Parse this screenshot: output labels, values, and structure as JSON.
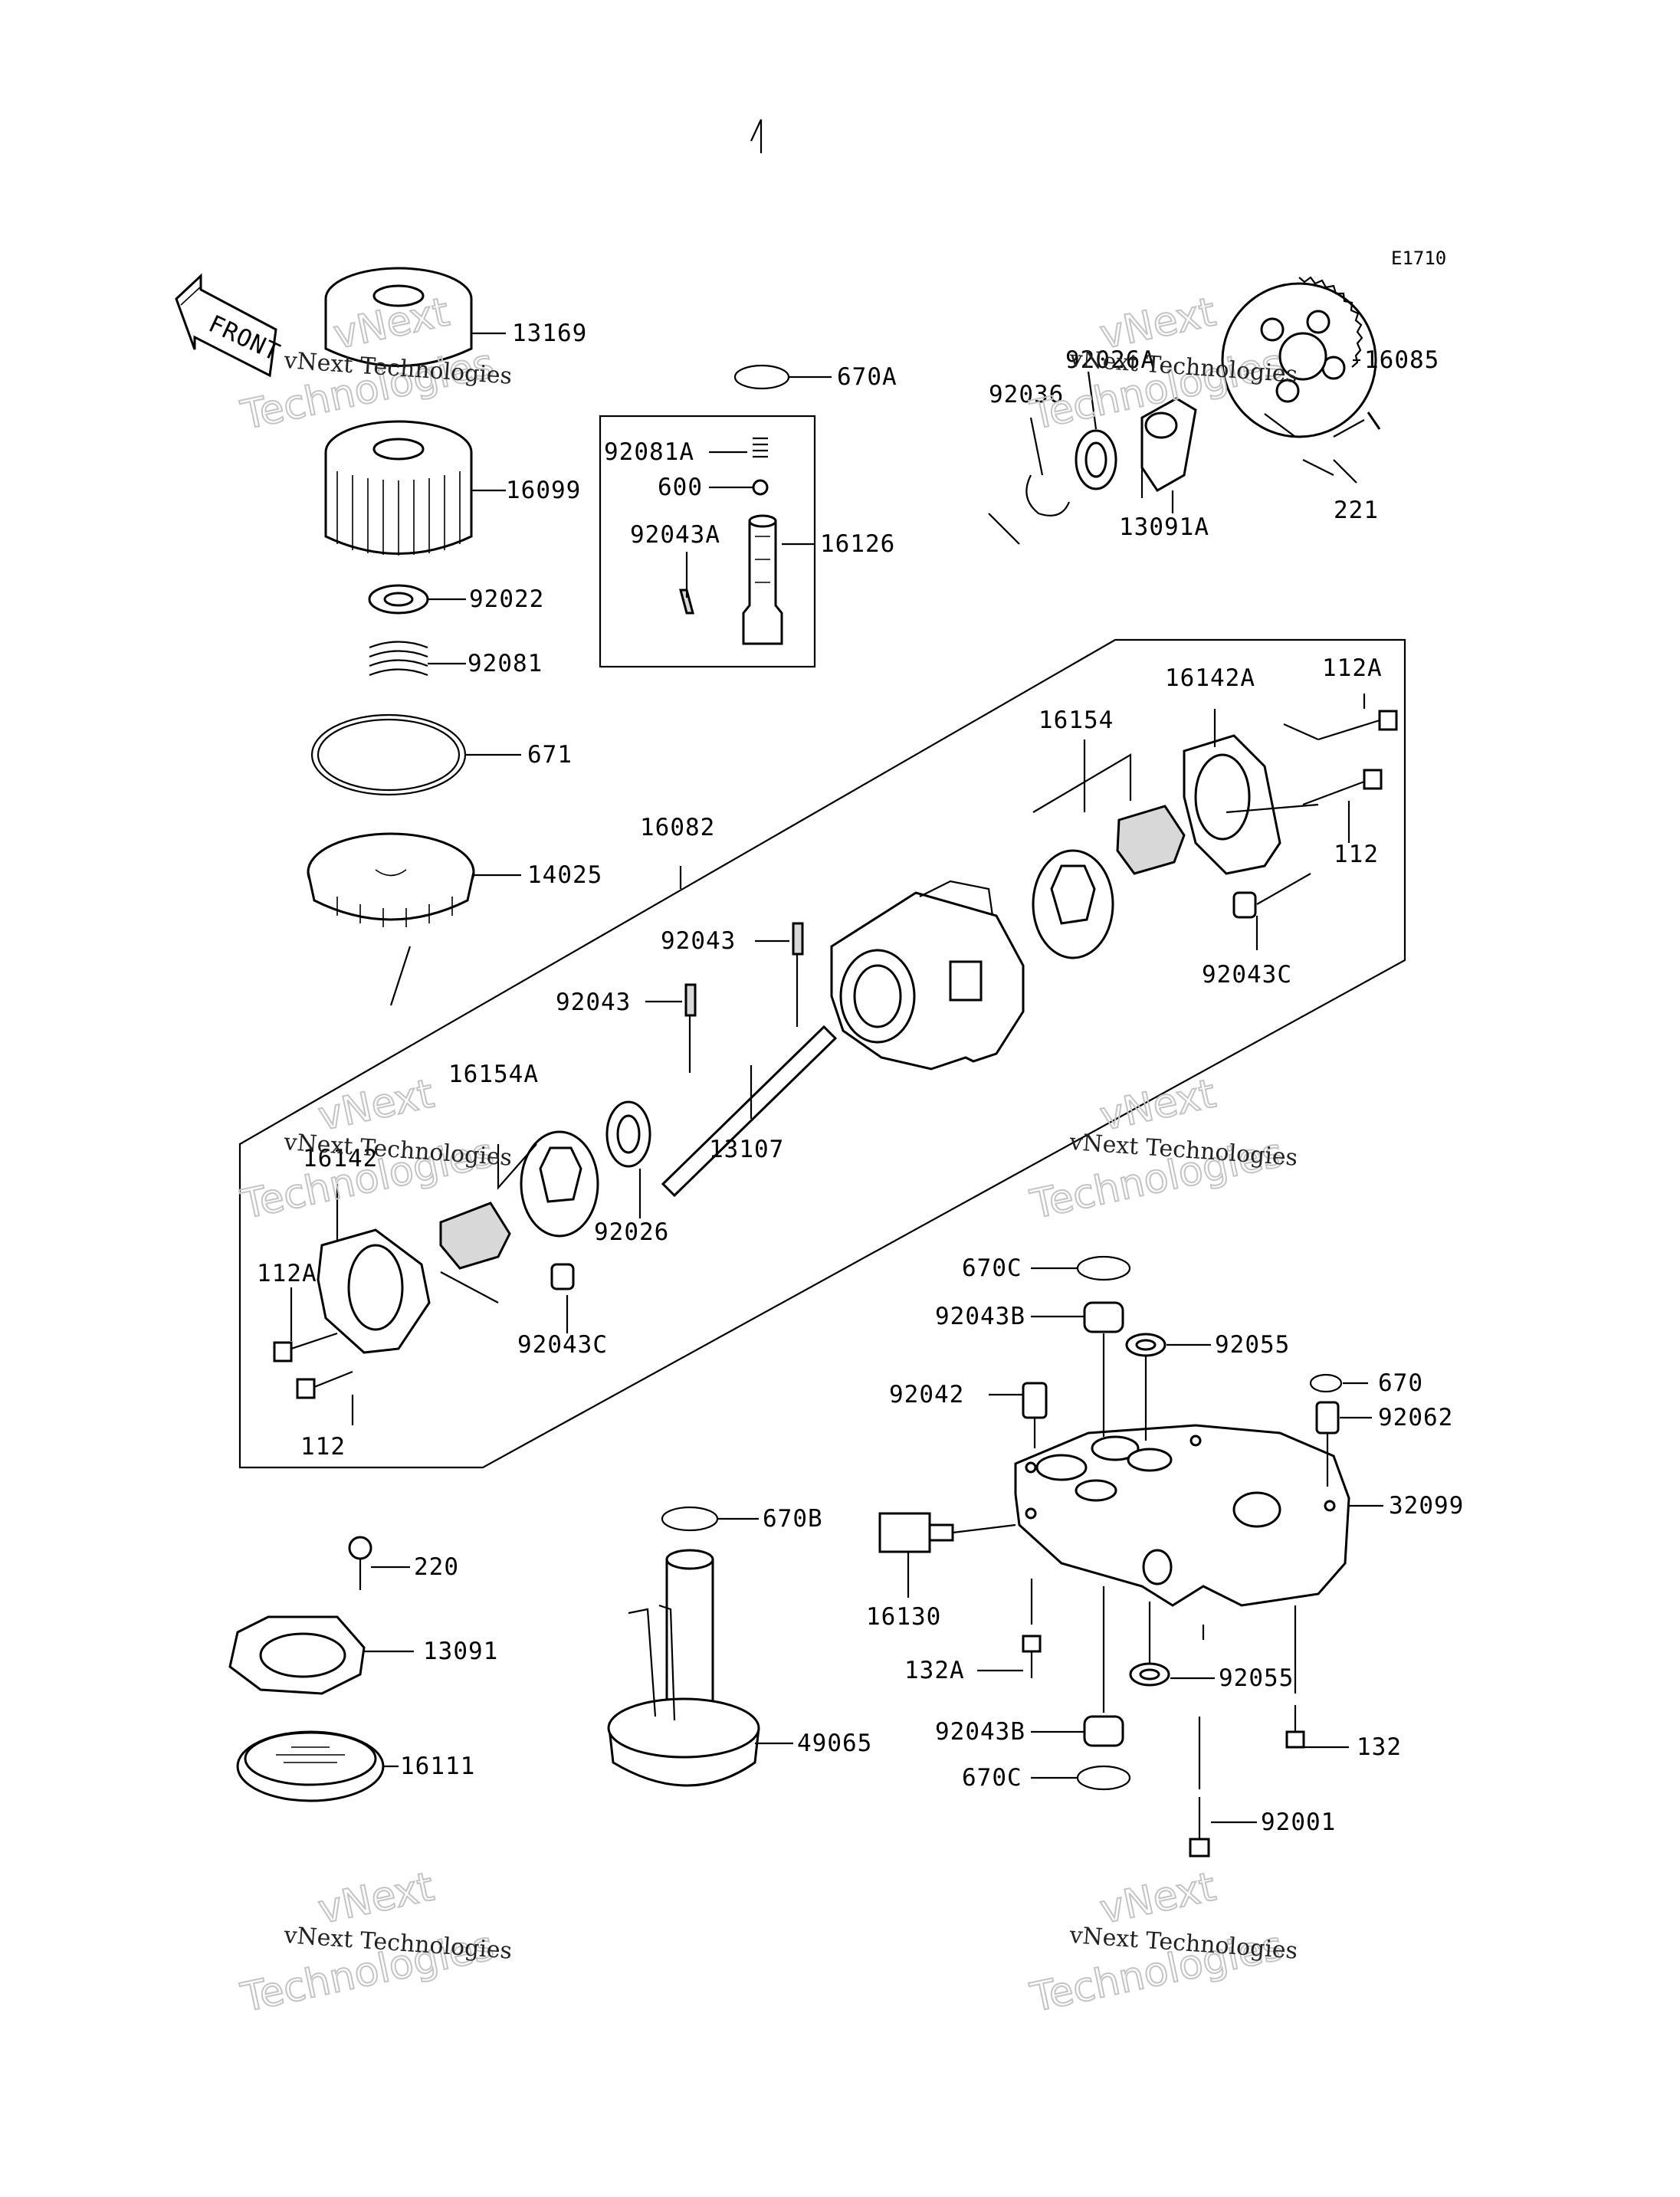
{
  "diagram_code": "E1710",
  "direction_label": "FRONT",
  "watermark": {
    "line1": "vNext Technologies",
    "line2a": "vNext",
    "line2b": "Technologies"
  },
  "parts": {
    "p13169": "13169",
    "p16099": "16099",
    "p92022": "92022",
    "p92081": "92081",
    "p671": "671",
    "p14025": "14025",
    "p670A": "670A",
    "p92081A": "92081A",
    "p600": "600",
    "p92043A": "92043A",
    "p16126": "16126",
    "p92036": "92036",
    "p92026A": "92026A",
    "p16085": "16085",
    "p13091A": "13091A",
    "p221": "221",
    "p16082": "16082",
    "p16142A": "16142A",
    "p112A_r": "112A",
    "p16154": "16154",
    "p112_r": "112",
    "p92043C_r": "92043C",
    "p92043_a": "92043",
    "p92043_b": "92043",
    "p13107": "13107",
    "p16154A": "16154A",
    "p16142": "16142",
    "p92026": "92026",
    "p112A_l": "112A",
    "p92043C_l": "92043C",
    "p112_l": "112",
    "p670C_t": "670C",
    "p92043B_t": "92043B",
    "p92055_t": "92055",
    "p670": "670",
    "p92042": "92042",
    "p92062": "92062",
    "p32099": "32099",
    "p16130": "16130",
    "p132A": "132A",
    "p92055_b": "92055",
    "p132": "132",
    "p92043B_b": "92043B",
    "p670C_b": "670C",
    "p92001": "92001",
    "p670B": "670B",
    "p220": "220",
    "p13091": "13091",
    "p16111": "16111",
    "p49065": "49065"
  }
}
